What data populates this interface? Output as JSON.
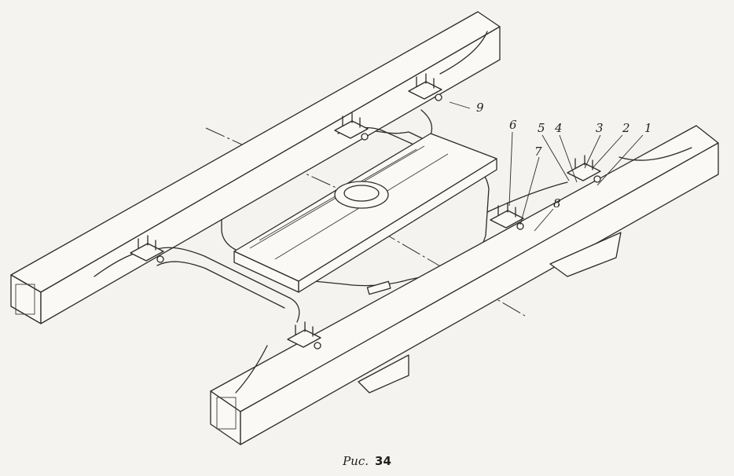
{
  "figure": {
    "caption_prefix": "Рис.",
    "caption_number": "34"
  },
  "callouts": [
    {
      "label": "1"
    },
    {
      "label": "2"
    },
    {
      "label": "3"
    },
    {
      "label": "4"
    },
    {
      "label": "5"
    },
    {
      "label": "6"
    },
    {
      "label": "7"
    },
    {
      "label": "8"
    },
    {
      "label": "9"
    }
  ]
}
